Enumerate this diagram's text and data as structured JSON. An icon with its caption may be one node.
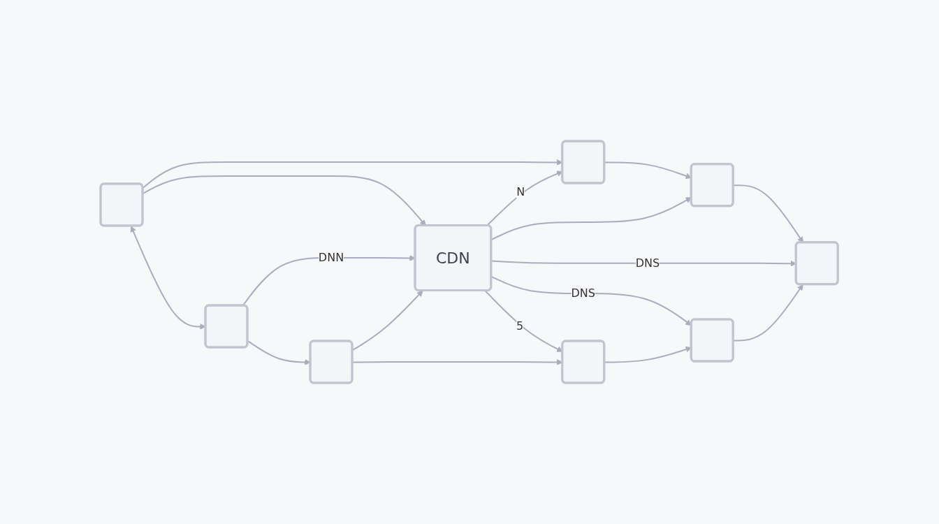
{
  "diagram": {
    "nodes": [
      {
        "text": [],
        "shape": "box"
      },
      {
        "text": [],
        "shape": "box"
      },
      {
        "text": [],
        "shape": "box"
      },
      {
        "text": [],
        "shape": "box"
      },
      {
        "text": [
          "CDN"
        ]
      },
      {
        "text": [],
        "shape": "box"
      },
      {
        "text": [],
        "shape": "box"
      },
      {
        "text": [],
        "shape": "box"
      },
      {
        "text": [],
        "shape": "box"
      }
    ],
    "edges": [
      {
        "from": 0,
        "to": 1,
        "arrow": "to"
      },
      {
        "from": 1,
        "to": 2,
        "arrow": "to"
      },
      {
        "from": 0,
        "to": 3,
        "arrow": "both"
      },
      {
        "from": 0,
        "to": 4,
        "arrow": "to"
      },
      {
        "from": 4,
        "to": 1,
        "arrow": "to",
        "label": "N"
      },
      {
        "from": 4,
        "to": 2,
        "arrow": "to"
      },
      {
        "from": 2,
        "to": 5,
        "arrow": "to"
      },
      {
        "from": 3,
        "to": 4,
        "arrow": "to",
        "label": "DNN"
      },
      {
        "from": 4,
        "to": 5,
        "arrow": "to",
        "label": "DNS"
      },
      {
        "from": 3,
        "to": 6,
        "arrow": "to"
      },
      {
        "from": 6,
        "to": 4,
        "arrow": "to"
      },
      {
        "from": 4,
        "to": 7,
        "arrow": "to",
        "label": "5"
      },
      {
        "from": 4,
        "to": 8,
        "arrow": "to",
        "label": "DNS"
      },
      {
        "from": 8,
        "to": 5,
        "arrow": "to"
      },
      {
        "from": 6,
        "to": 7,
        "arrow": "to"
      },
      {
        "from": 7,
        "to": 8,
        "arrow": "to"
      }
    ]
  }
}
